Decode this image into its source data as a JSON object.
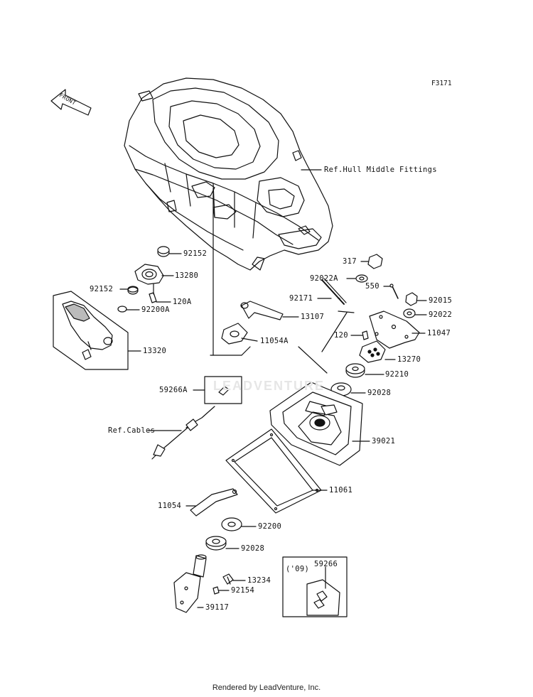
{
  "figure_code": "F3171",
  "footer": "Rendered by LeadVenture, Inc.",
  "watermark": "LEADVENTURE",
  "front_arrow_label": "FRONT",
  "labels": {
    "ref_hull": "Ref.Hull Middle Fittings",
    "p92152_top": "92152",
    "p13280": "13280",
    "p92152_left": "92152",
    "p120A": "120A",
    "p92200A": "92200A",
    "p13107": "13107",
    "p11054A": "11054A",
    "p13320": "13320",
    "p59266A": "59266A",
    "ref_cables": "Ref.Cables",
    "p317": "317",
    "p92022A": "92022A",
    "p92171": "92171",
    "p550": "550",
    "p92015": "92015",
    "p92022": "92022",
    "p120": "120",
    "p11047": "11047",
    "p13270": "13270",
    "p92210": "92210",
    "p92028_top": "92028",
    "p39021": "39021",
    "p11061": "11061",
    "p11054": "11054",
    "p92200": "92200",
    "p92028_bottom": "92028",
    "p13234": "13234",
    "p92154": "92154",
    "p39117": "39117",
    "inset_year": "('09)",
    "inset_part": "59266"
  }
}
